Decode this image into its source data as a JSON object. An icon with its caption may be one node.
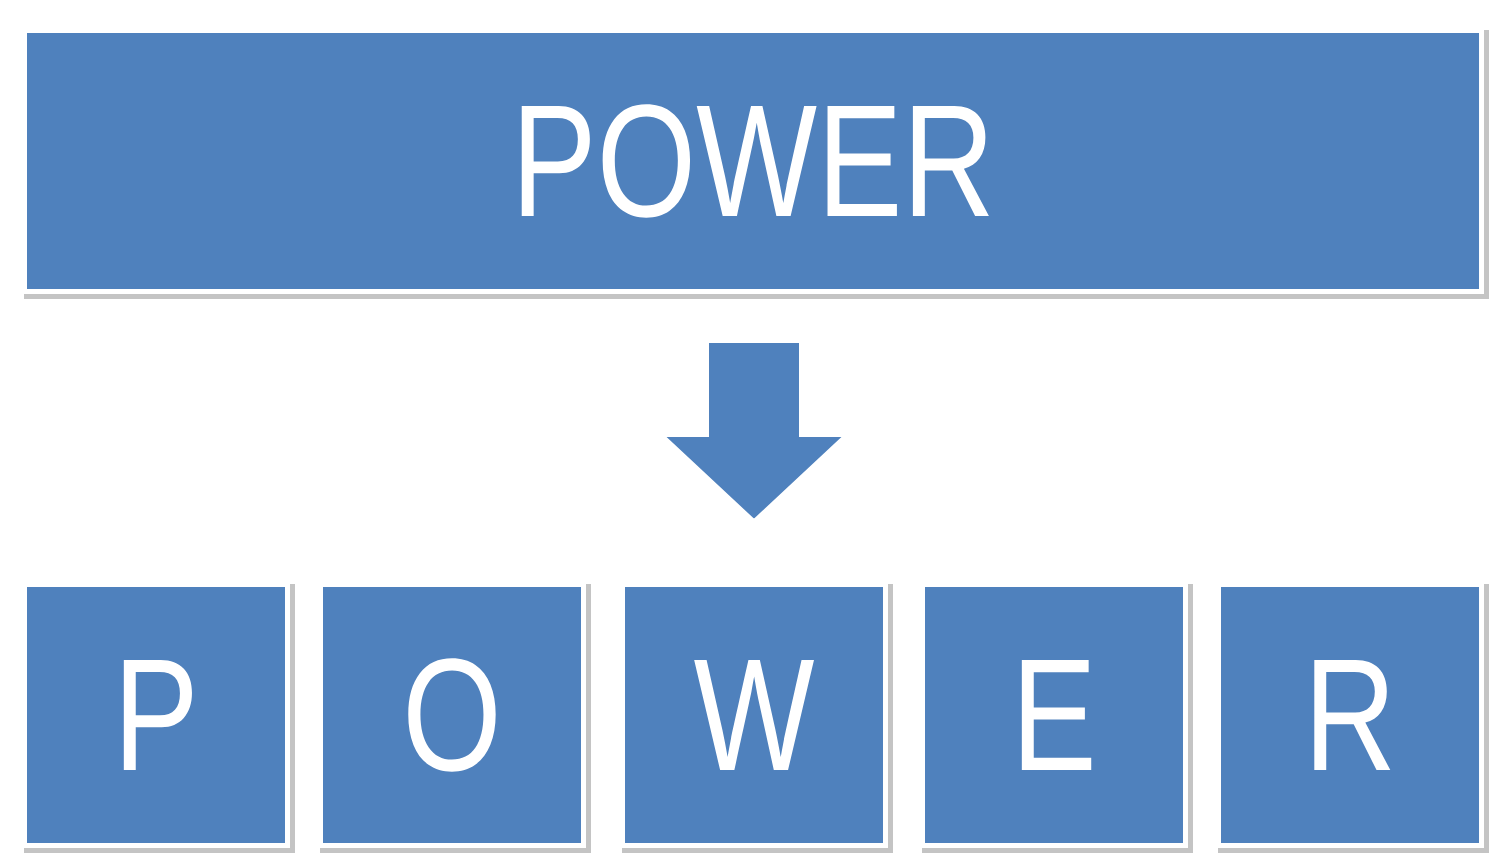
{
  "diagram": {
    "nodes": [
      {
        "text": [
          "POWER"
        ]
      },
      {
        "text": [
          "P"
        ]
      },
      {
        "text": [
          "O"
        ]
      },
      {
        "text": [
          "W"
        ]
      },
      {
        "text": [
          "E"
        ]
      },
      {
        "text": [
          "R"
        ]
      }
    ],
    "edges": [
      {
        "from": 0,
        "to": 3,
        "arrow": "to"
      }
    ]
  }
}
